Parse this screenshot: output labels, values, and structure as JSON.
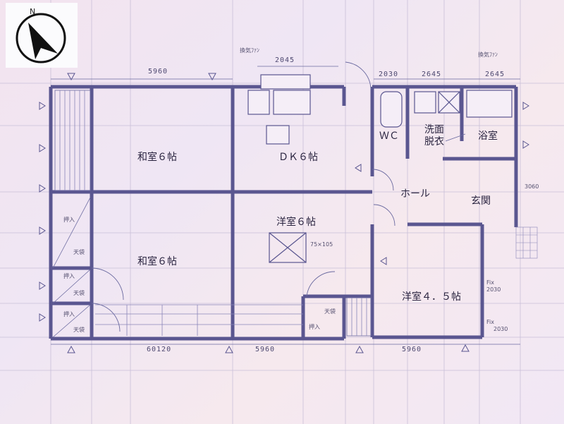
{
  "compass": {
    "letter": "N",
    "icon": "north-arrow-icon"
  },
  "rooms": {
    "washitsu_top": "和室６帖",
    "dk": "ＤＫ６帖",
    "wc": "ＷＣ",
    "senmen": "洗面",
    "datsui": "脱衣",
    "yokushitsu": "浴室",
    "hall": "ホール",
    "genkan": "玄関",
    "yoshitsu6": "洋室６帖",
    "washitsu_bottom": "和室６帖",
    "yoshitsu45": "洋室４．５帖"
  },
  "closets": {
    "oshiire_1": "押入",
    "tenbukuro_1": "天袋",
    "oshiire_2": "押入",
    "tenbukuro_2": "天袋",
    "oshiire_3": "押入",
    "tenbukuro_3": "天袋",
    "oshiire_4": "押入",
    "tenbukuro_4": "天袋"
  },
  "notes": {
    "skylight": "75×105",
    "kanki_1": "換気ﾌｧﾝ",
    "kanki_2": "換気ﾌｧﾝ",
    "fix_1": "Fix",
    "fix_1_size": "2030",
    "fix_2": "Fix",
    "fix_2_size": "2030",
    "genkan_dim": "3060"
  },
  "dimensions": {
    "top_1": "5960",
    "top_2": "2045",
    "top_3": "2030",
    "top_4": "2645",
    "top_5": "2645",
    "bottom_1": "60120",
    "bottom_2": "5960",
    "bottom_3": "5960"
  },
  "colors": {
    "wall": "#5a5690",
    "line": "#6b6aa0",
    "background": "#f2e6f1"
  }
}
